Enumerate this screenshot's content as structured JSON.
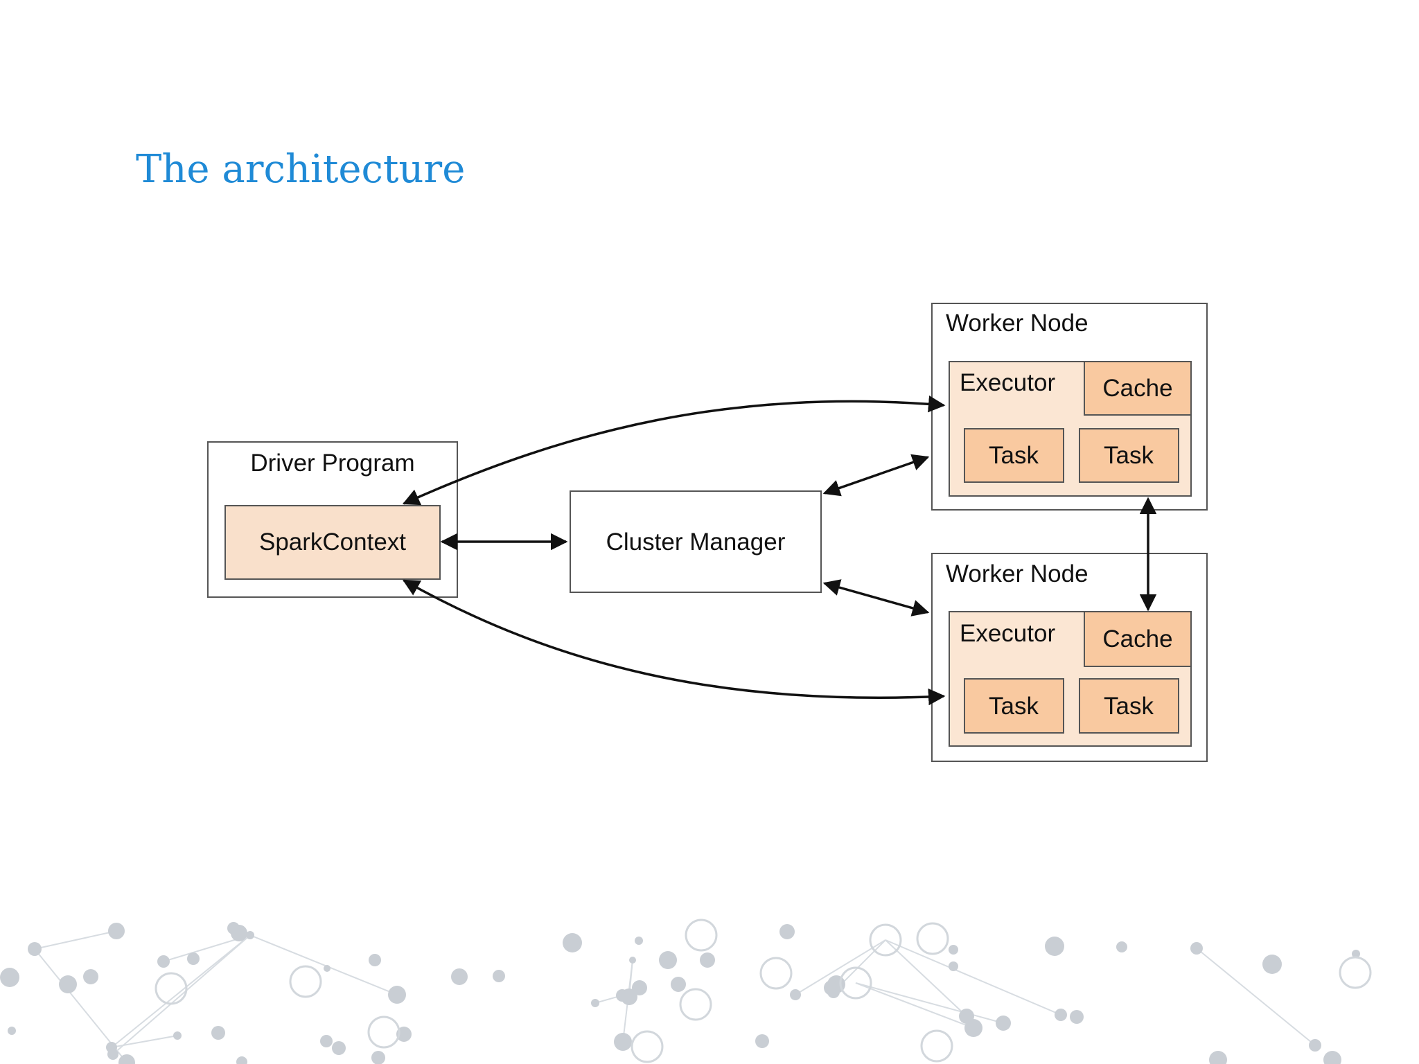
{
  "slide": {
    "title": "The architecture"
  },
  "diagram": {
    "driver": {
      "title": "Driver Program",
      "context": "SparkContext"
    },
    "cluster_manager": {
      "label": "Cluster Manager"
    },
    "workers": [
      {
        "title": "Worker Node",
        "executor": "Executor",
        "cache": "Cache",
        "tasks": [
          "Task",
          "Task"
        ]
      },
      {
        "title": "Worker Node",
        "executor": "Executor",
        "cache": "Cache",
        "tasks": [
          "Task",
          "Task"
        ]
      }
    ]
  },
  "colors": {
    "title": "#1f8ad6",
    "executor_fill": "#fbe6d3",
    "task_fill": "#f9c9a0",
    "context_fill": "#f9e0cb"
  }
}
